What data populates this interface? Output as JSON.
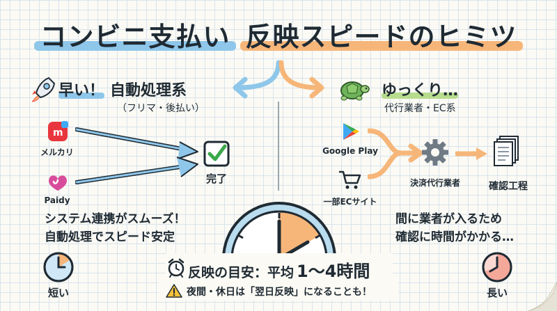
{
  "title": {
    "part1": "コンビニ支払い",
    "part2": "反映スピードのヒミツ"
  },
  "fast": {
    "icon": "rocket-icon",
    "head_strong": "早い！",
    "head_rest": "自動処理系",
    "sub": "（フリマ・後払い）",
    "services": [
      {
        "name": "メルカリ",
        "icon": "mercari-icon"
      },
      {
        "name": "Paidy",
        "icon": "paidy-icon"
      }
    ],
    "result": "完了",
    "note_line1": "システム連携がスムーズ！",
    "note_line2": "自動処理でスピード安定",
    "clock_label": "短い"
  },
  "slow": {
    "icon": "turtle-icon",
    "head": "ゆっくり…",
    "sub": "代行業者・EC系",
    "services": [
      {
        "name": "Google Play",
        "icon": "google-play-icon"
      },
      {
        "name": "一部ECサイト",
        "icon": "cart-icon"
      }
    ],
    "agent": "決済代行業者",
    "process": "確認工程",
    "note_line1": "間に業者が入るため",
    "note_line2": "確認に時間がかかる…",
    "clock_label": "長い"
  },
  "center": {
    "prefix": "反映の目安：平均",
    "value": "1〜4時間",
    "warning": "夜間・休日は「翌日反映」になることも！"
  },
  "colors": {
    "blue": "#8fc7ea",
    "orange": "#f6b679",
    "green": "#b7dc8e",
    "dark": "#1f2a33"
  }
}
